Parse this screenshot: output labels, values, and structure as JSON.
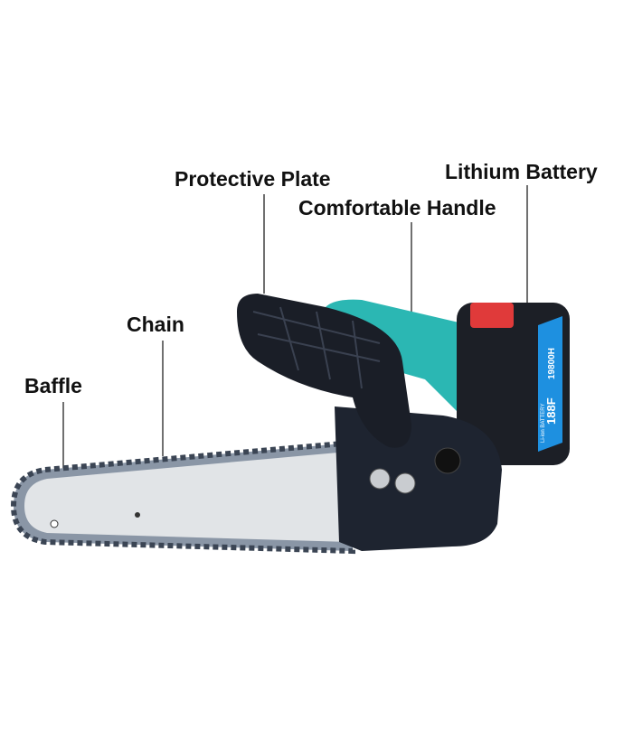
{
  "labels": {
    "protective_plate": "Protective Plate",
    "lithium_battery": "Lithium Battery",
    "comfortable_handle": "Comfortable Handle",
    "chain": "Chain",
    "baffle": "Baffle"
  },
  "battery_print": {
    "model": "188F",
    "type": "Li-ion BATTERY",
    "capacity": "19800H"
  },
  "colors": {
    "body": "#1e2430",
    "handle": "#2bb7b3",
    "bar": "#dfe3e6",
    "chain": "#8a96a6",
    "battery_accent": "#1e90e0",
    "battery_button": "#e03a3a"
  }
}
